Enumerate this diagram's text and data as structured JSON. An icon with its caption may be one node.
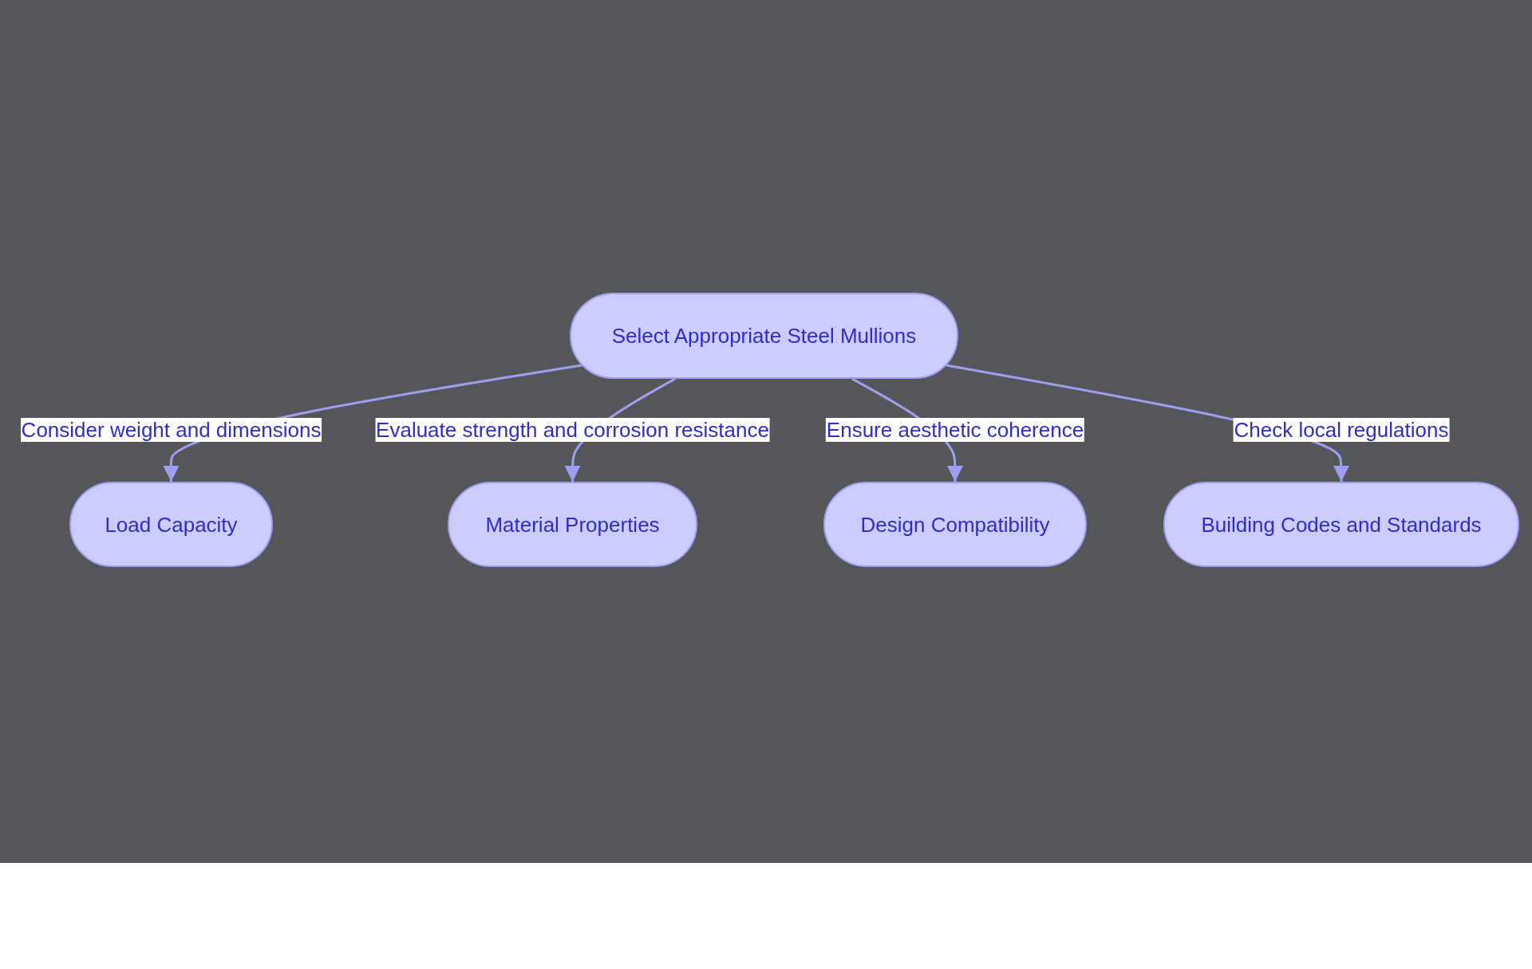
{
  "diagram": {
    "nodes": [
      {
        "text": [
          "Select Appropriate Steel Mullions"
        ]
      },
      {
        "text": [
          "Load Capacity"
        ]
      },
      {
        "text": [
          "Material Properties"
        ]
      },
      {
        "text": [
          "Design Compatibility"
        ]
      },
      {
        "text": [
          "Building Codes and Standards"
        ]
      }
    ],
    "edges": [
      {
        "from": 0,
        "to": 1,
        "arrow": "to",
        "label": "Consider weight and dimensions"
      },
      {
        "from": 0,
        "to": 2,
        "arrow": "to",
        "label": "Evaluate strength and corrosion resistance"
      },
      {
        "from": 0,
        "to": 3,
        "arrow": "to",
        "label": "Ensure aesthetic coherence"
      },
      {
        "from": 0,
        "to": 4,
        "arrow": "to",
        "label": "Check local regulations"
      }
    ]
  }
}
